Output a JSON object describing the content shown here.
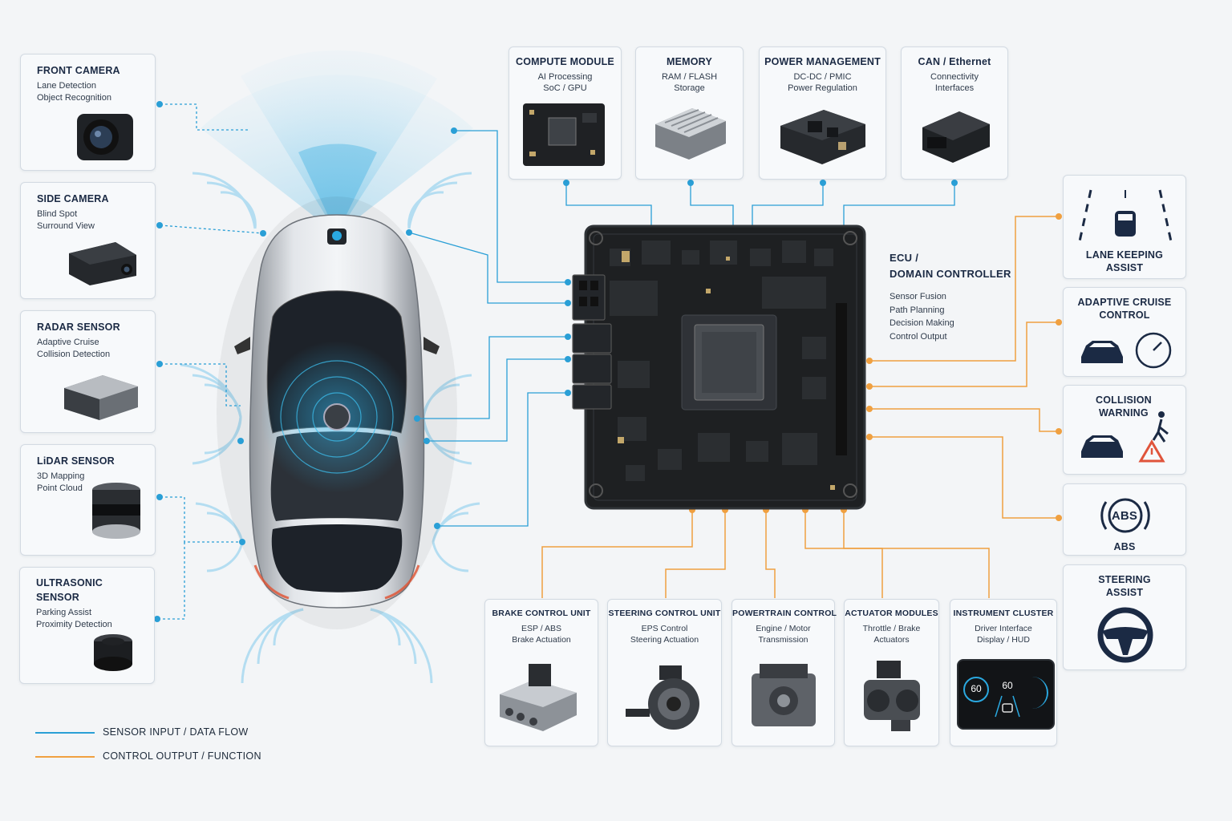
{
  "sensors": [
    {
      "title": "FRONT CAMERA",
      "lines": [
        "Lane Detection",
        "Object Recognition"
      ],
      "icon": "camera-icon"
    },
    {
      "title": "SIDE CAMERA",
      "lines": [
        "Blind Spot",
        "Surround View"
      ],
      "icon": "side-camera-icon"
    },
    {
      "title": "RADAR SENSOR",
      "lines": [
        "Adaptive Cruise",
        "Collision Detection"
      ],
      "icon": "radar-icon"
    },
    {
      "title": "LiDAR SENSOR",
      "lines": [
        "3D Mapping",
        "Point Cloud"
      ],
      "icon": "lidar-icon"
    },
    {
      "title": "ULTRASONIC",
      "title2": "SENSOR",
      "lines": [
        "Parking Assist",
        "Proximity Detection"
      ],
      "icon": "ultrasonic-icon"
    }
  ],
  "modules": [
    {
      "title": "COMPUTE MODULE",
      "lines": [
        "AI Processing",
        "SoC / GPU"
      ],
      "icon": "chip-board-icon"
    },
    {
      "title": "MEMORY",
      "lines": [
        "RAM / FLASH",
        "Storage"
      ],
      "icon": "memory-heatsink-icon"
    },
    {
      "title": "POWER MANAGEMENT",
      "lines": [
        "DC-DC / PMIC",
        "Power Regulation"
      ],
      "icon": "power-module-icon"
    },
    {
      "title": "CAN / Ethernet",
      "lines": [
        "Connectivity",
        "Interfaces"
      ],
      "icon": "connector-icon"
    }
  ],
  "ecu": {
    "title1": "ECU /",
    "title2": "DOMAIN CONTROLLER",
    "lines": [
      "Sensor Fusion",
      "Path Planning",
      "Decision Making",
      "Control Output"
    ]
  },
  "functions": [
    {
      "title1": "LANE KEEPING",
      "title2": "ASSIST",
      "icon": "lane-keeping-icon"
    },
    {
      "title1": "ADAPTIVE CRUISE",
      "title2": "CONTROL",
      "icon": "cruise-control-icon"
    },
    {
      "title1": "COLLISION",
      "title2": "WARNING",
      "icon": "collision-warning-icon"
    },
    {
      "title1": "ABS",
      "title2": "",
      "badge": "ABS",
      "icon": "abs-icon"
    },
    {
      "title1": "STEERING",
      "title2": "ASSIST",
      "icon": "steering-wheel-icon"
    }
  ],
  "outputs": [
    {
      "title": "BRAKE CONTROL UNIT",
      "lines": [
        "ESP / ABS",
        "Brake Actuation"
      ],
      "icon": "brake-unit-icon"
    },
    {
      "title": "STEERING CONTROL UNIT",
      "lines": [
        "EPS Control",
        "Steering Actuation"
      ],
      "icon": "steering-motor-icon"
    },
    {
      "title": "POWERTRAIN CONTROL",
      "lines": [
        "Engine / Motor",
        "Transmission"
      ],
      "icon": "engine-icon"
    },
    {
      "title": "ACTUATOR MODULES",
      "lines": [
        "Throttle / Brake",
        "Actuators"
      ],
      "icon": "actuator-icon"
    },
    {
      "title": "INSTRUMENT CLUSTER",
      "lines": [
        "Driver Interface",
        "Display / HUD"
      ],
      "icon": "instrument-cluster-icon",
      "speed_left": "60",
      "speed_right": "60"
    }
  ],
  "legend": {
    "sensor": "SENSOR INPUT / DATA FLOW",
    "control": "CONTROL OUTPUT / FUNCTION"
  },
  "colors": {
    "sensor_line": "#2a9fd6",
    "control_line": "#f0a040",
    "ecu_board": "#1e2022",
    "card_border": "#d3dae2"
  }
}
